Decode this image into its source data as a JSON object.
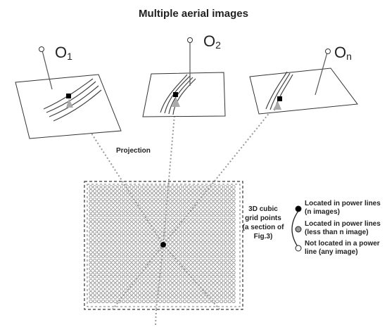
{
  "title": "Multiple aerial images",
  "cameras": [
    {
      "main": "O",
      "sub": "1"
    },
    {
      "main": "O",
      "sub": "2"
    },
    {
      "main": "O",
      "sub": "n"
    }
  ],
  "projection_label": "Projection",
  "grid_label_lines": [
    "3D cubic",
    "grid points",
    "(a section of",
    "Fig.3)"
  ],
  "legend": [
    {
      "color": "#000000",
      "lines": [
        "Located in power lines",
        "(n images)"
      ]
    },
    {
      "color": "#9a9a9a",
      "lines": [
        "Located in power lines",
        "(less than n image)"
      ]
    },
    {
      "color": "#ffffff",
      "lines": [
        "Not located in a power",
        "line (any image)"
      ]
    }
  ]
}
